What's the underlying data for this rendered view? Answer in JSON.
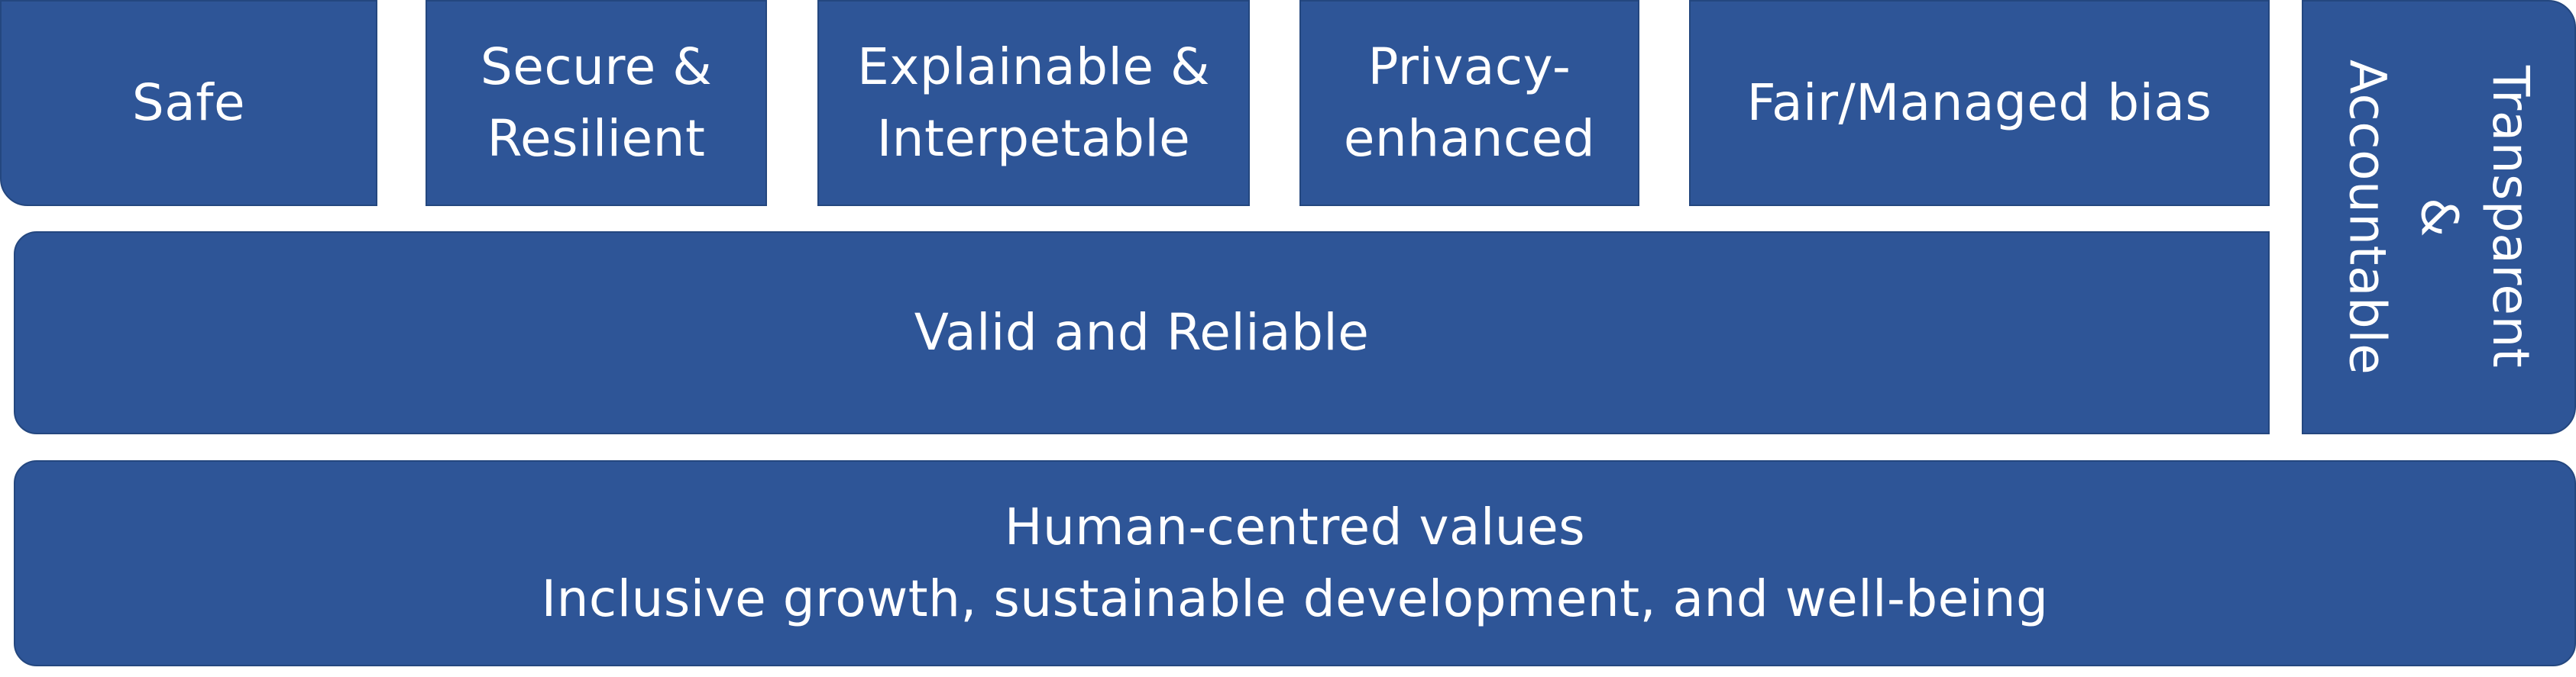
{
  "pillars": {
    "safe": [
      "Safe"
    ],
    "secure": [
      "Secure &",
      "Resilient"
    ],
    "explainable": [
      "Explainable &",
      "Interpetable"
    ],
    "privacy": [
      "Privacy-",
      "enhanced"
    ],
    "fair": [
      "Fair/Managed bias"
    ]
  },
  "foundation": {
    "valid": "Valid and Reliable",
    "accountable": [
      "Accountable",
      "&",
      "Transparent"
    ]
  },
  "base": {
    "line1": "Human-centred values",
    "line2": "Inclusive growth, sustainable development, and well-being"
  },
  "colors": {
    "box_fill": "#2e5597",
    "text": "#ffffff"
  }
}
